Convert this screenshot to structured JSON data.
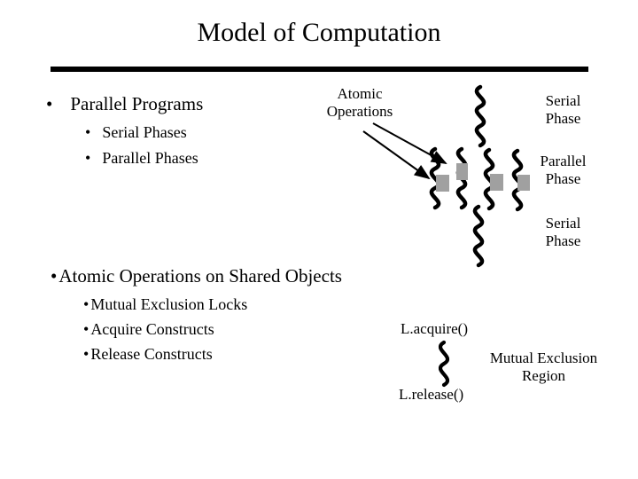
{
  "glyphs": {
    "bullet": "•"
  },
  "colors": {
    "square": "#a0a0a0"
  },
  "slide": {
    "title": "Model of Computation",
    "outline": {
      "main1": "Parallel Programs",
      "main1_subs": [
        "Serial Phases",
        "Parallel Phases"
      ],
      "main2": "Atomic Operations on Shared Objects",
      "main2_subs": [
        "Mutual Exclusion Locks",
        "Acquire Constructs",
        "Release Constructs"
      ]
    },
    "diagram": {
      "atomic_label": [
        "Atomic",
        "Operations"
      ],
      "phase_top": [
        "Serial",
        "Phase"
      ],
      "phase_middle": [
        "Parallel",
        "Phase"
      ],
      "phase_bottom": [
        "Serial",
        "Phase"
      ]
    },
    "mutex": {
      "acquire": "L.acquire()",
      "release": "L.release()",
      "region": [
        "Mutual Exclusion",
        "Region"
      ]
    }
  }
}
